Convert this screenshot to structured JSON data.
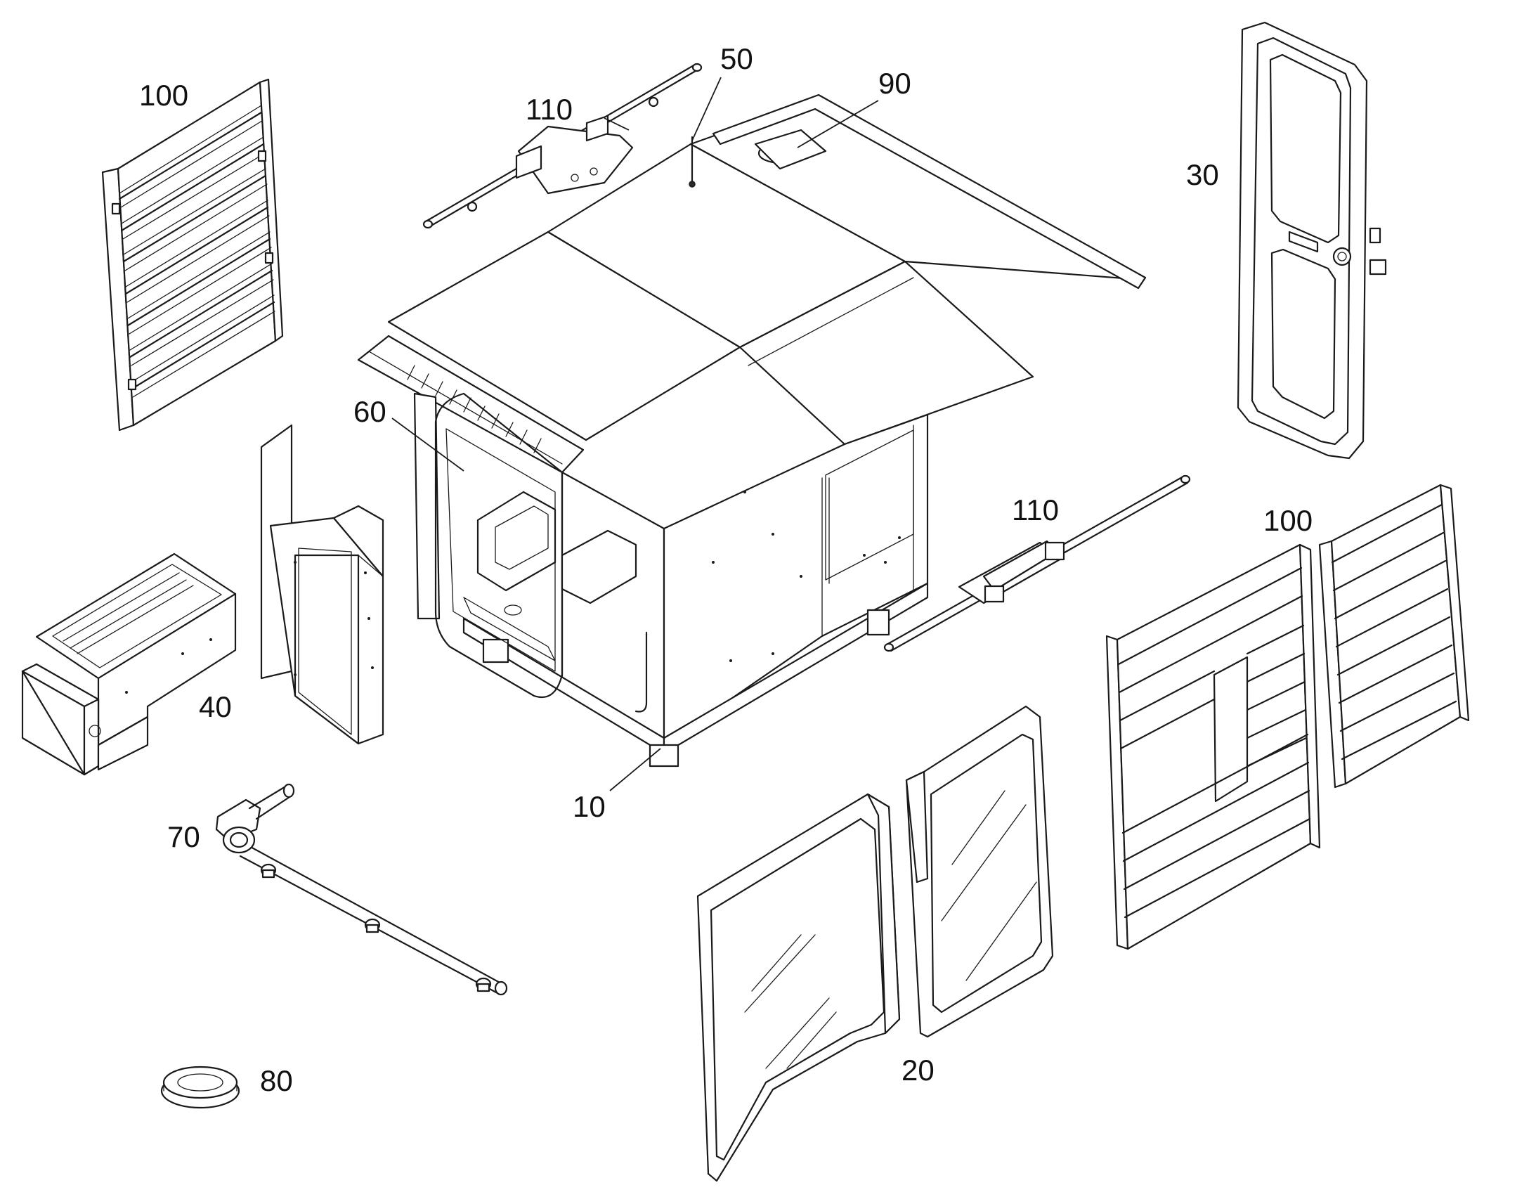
{
  "callouts": {
    "c10": "10",
    "c20": "20",
    "c30": "30",
    "c40": "40",
    "c50": "50",
    "c60": "60",
    "c70": "70",
    "c80": "80",
    "c90": "90",
    "c100a": "100",
    "c100b": "100",
    "c110a": "110",
    "c110b": "110"
  },
  "colors": {
    "line": "#1a1a1a",
    "background": "#ffffff"
  }
}
